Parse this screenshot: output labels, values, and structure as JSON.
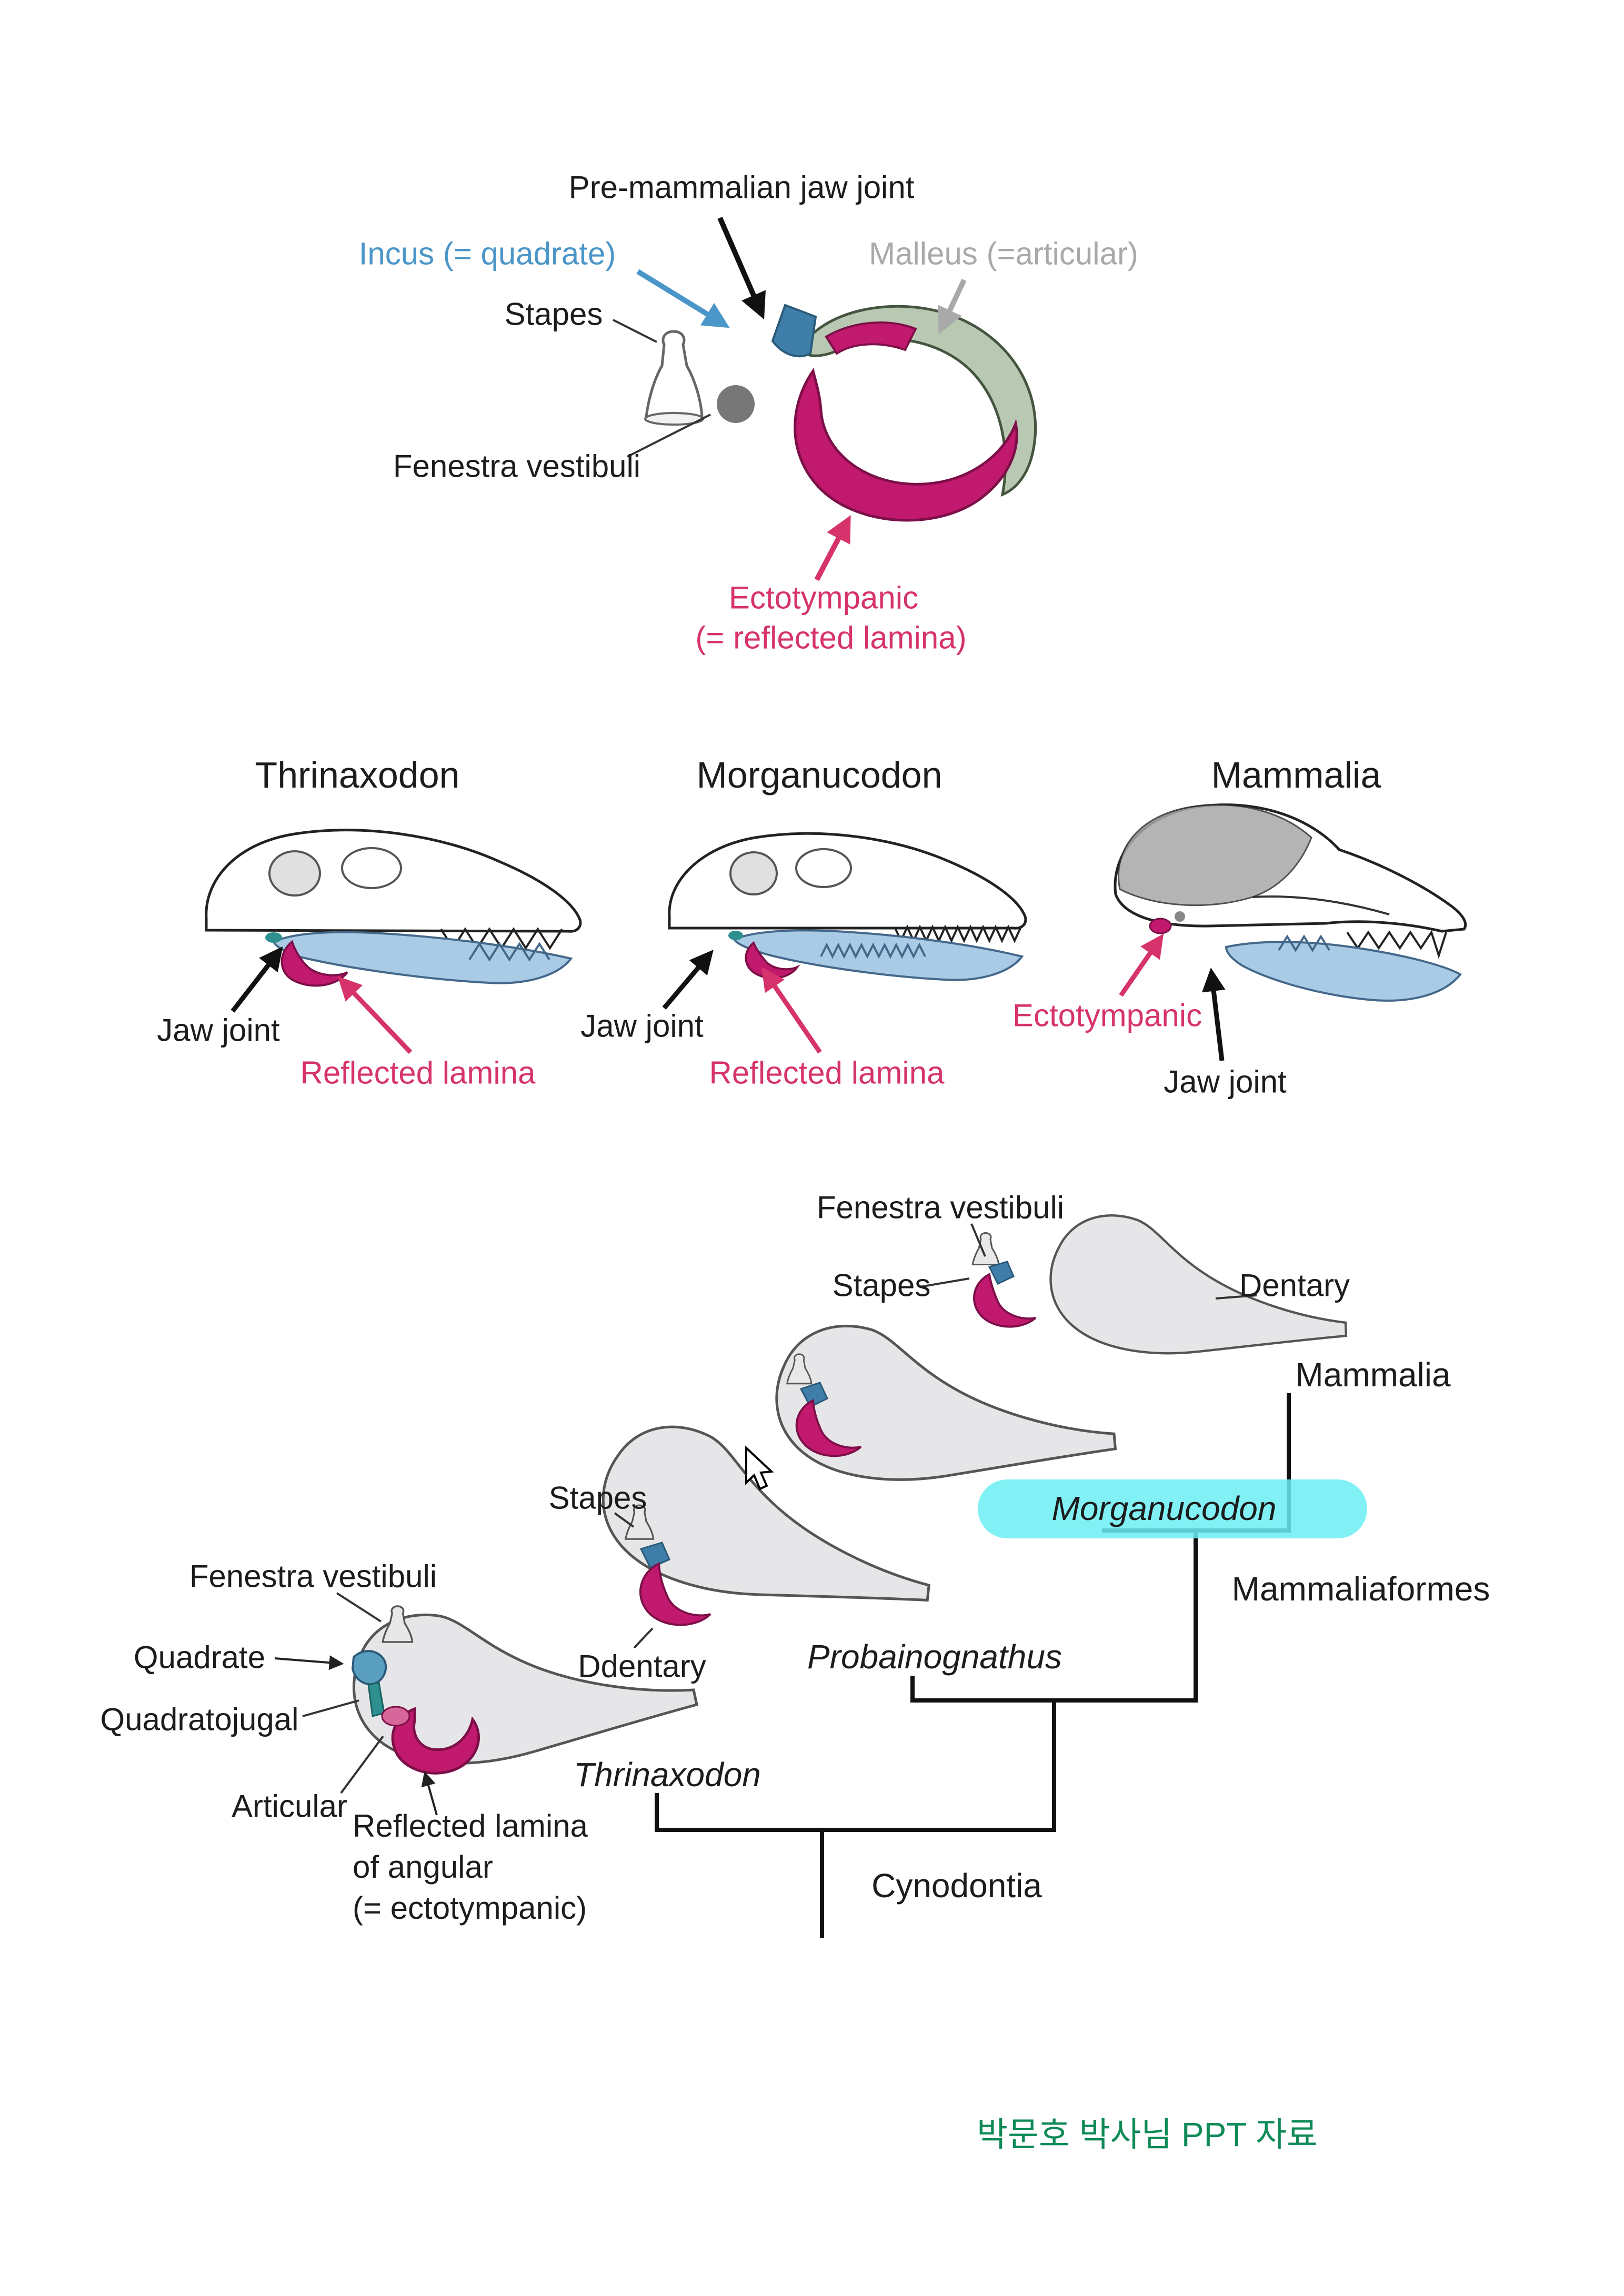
{
  "page": {
    "background": "#ffffff",
    "caption": {
      "text": "박문호 박사님 PPT 자료",
      "color": "#0e8a57"
    }
  },
  "colors": {
    "magenta_shape": "#c0196d",
    "magenta_label": "#d6336c",
    "blue_label": "#4b96c8",
    "gray_label": "#a9a9a9",
    "incus_blue": "#3f7ea8",
    "malleus_green": "#b9c8b2",
    "jaw_bone_blue": "#a9cbe6",
    "dentary_gray": "#e6e6e8",
    "highlight_cyan": "#6ceef5",
    "tree_line": "#111111"
  },
  "top_diagram": {
    "labels": {
      "pre_mammalian_jaw_joint": "Pre-mammalian jaw joint",
      "incus": "Incus (= quadrate)",
      "malleus": "Malleus (=articular)",
      "stapes": "Stapes",
      "fenestra_vestibuli": "Fenestra vestibuli",
      "ectotympanic": "Ectotympanic",
      "ectotympanic_sub": "(= reflected lamina)"
    }
  },
  "skull_row": {
    "thrinaxodon_title": "Thrinaxodon",
    "morganucodon_title": "Morganucodon",
    "mammalia_title": "Mammalia",
    "thrinaxodon_jaw_joint": "Jaw joint",
    "thrinaxodon_reflected_lamina": "Reflected lamina",
    "morganucodon_jaw_joint": "Jaw joint",
    "morganucodon_reflected_lamina": "Reflected lamina",
    "mammalia_ectotympanic": "Ectotympanic",
    "mammalia_jaw_joint": "Jaw joint"
  },
  "cladogram": {
    "fenestra_vestibuli_top": "Fenestra vestibuli",
    "stapes_top": "Stapes",
    "dentary": "Dentary",
    "mammalia": "Mammalia",
    "stapes_mid": "Stapes",
    "morganucodon": "Morganucodon",
    "mammaliaformes": "Mammaliaformes",
    "fenestra_vestibuli_bottom": "Fenestra vestibuli",
    "quadrate": "Quadrate",
    "quadratojugal": "Quadratojugal",
    "ddentary": "Ddentary",
    "probainognathus": "Probainognathus",
    "articular": "Articular",
    "reflected_lamina_line1": "Reflected lamina",
    "reflected_lamina_line2": "of angular",
    "reflected_lamina_line3": "(= ectotympanic)",
    "thrinaxodon": "Thrinaxodon",
    "cynodontia": "Cynodontia"
  }
}
